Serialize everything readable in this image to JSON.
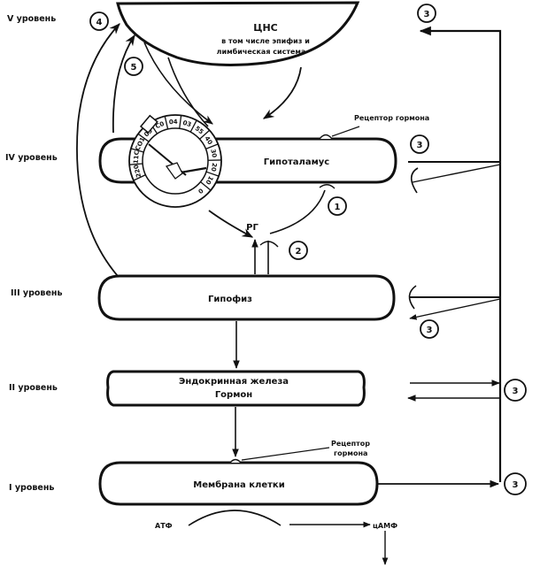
{
  "levels": [
    {
      "id": "V",
      "label": "V уровень"
    },
    {
      "id": "IV",
      "label": "IV уровень"
    },
    {
      "id": "III",
      "label": "III уровень"
    },
    {
      "id": "II",
      "label": "II уровень"
    },
    {
      "id": "I",
      "label": "I уровень"
    }
  ],
  "cns": {
    "title": "ЦНС",
    "subtitle_line1": "в том числе эпифиз и",
    "subtitle_line2": "лимбическая система"
  },
  "hypothalamus": {
    "label": "Гипоталамус"
  },
  "pituitary": {
    "label": "Гипофиз"
  },
  "gland": {
    "line1": "Эндокринная железа",
    "line2": "Гормон"
  },
  "membrane": {
    "label": "Мембрана клетки"
  },
  "receptor_top": {
    "label": "Рецептор гормона"
  },
  "receptor_bottom": {
    "line1": "Рецептор",
    "line2": "гормона"
  },
  "rg": {
    "label": "РГ"
  },
  "atp": {
    "label": "АТФ"
  },
  "camp": {
    "label": "цАМФ"
  },
  "markers": {
    "m1": "1",
    "m2": "2",
    "m3": "3",
    "m4": "4",
    "m5": "5"
  },
  "clock_dial": {
    "segments": [
      "220",
      "11С",
      "СО1",
      "05",
      "С0",
      "04",
      "03",
      "55",
      "40",
      "30",
      "20",
      "10",
      "0"
    ]
  }
}
